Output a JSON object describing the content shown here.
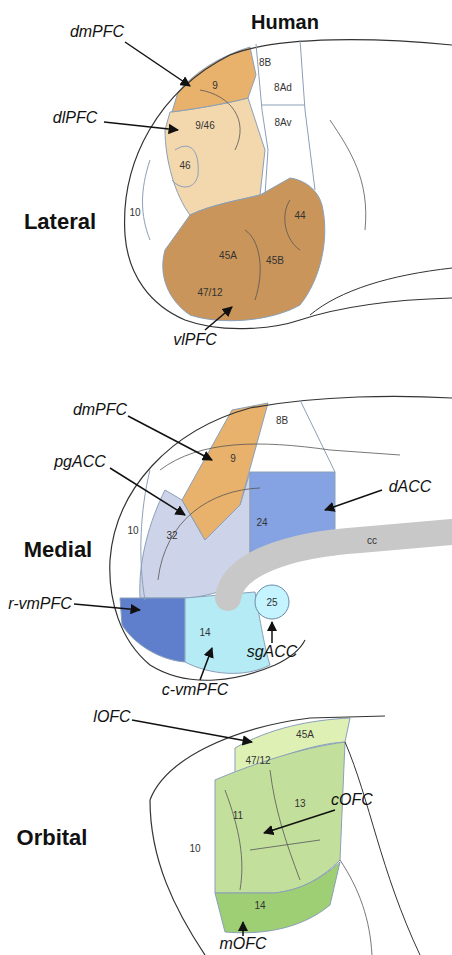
{
  "diagram": {
    "title": "Human",
    "labels": [
      "Lateral",
      "dmPFC",
      "9",
      "8B",
      "8Ad",
      "dlPFC",
      "9/46",
      "8Av",
      "46",
      "10",
      "44",
      "45A",
      "45B",
      "47/12",
      "vlPFC",
      "Medial",
      "dmPFC",
      "8B",
      "9",
      "pgACC",
      "dACC",
      "24",
      "10",
      "cc",
      "32",
      "25",
      "r-vmPFC",
      "sgACC",
      "14",
      "c-vmPFC",
      "Orbital",
      "lOFC",
      "45A",
      "47/12",
      "cOFC",
      "11",
      "13",
      "10",
      "14",
      "mOFC"
    ]
  }
}
